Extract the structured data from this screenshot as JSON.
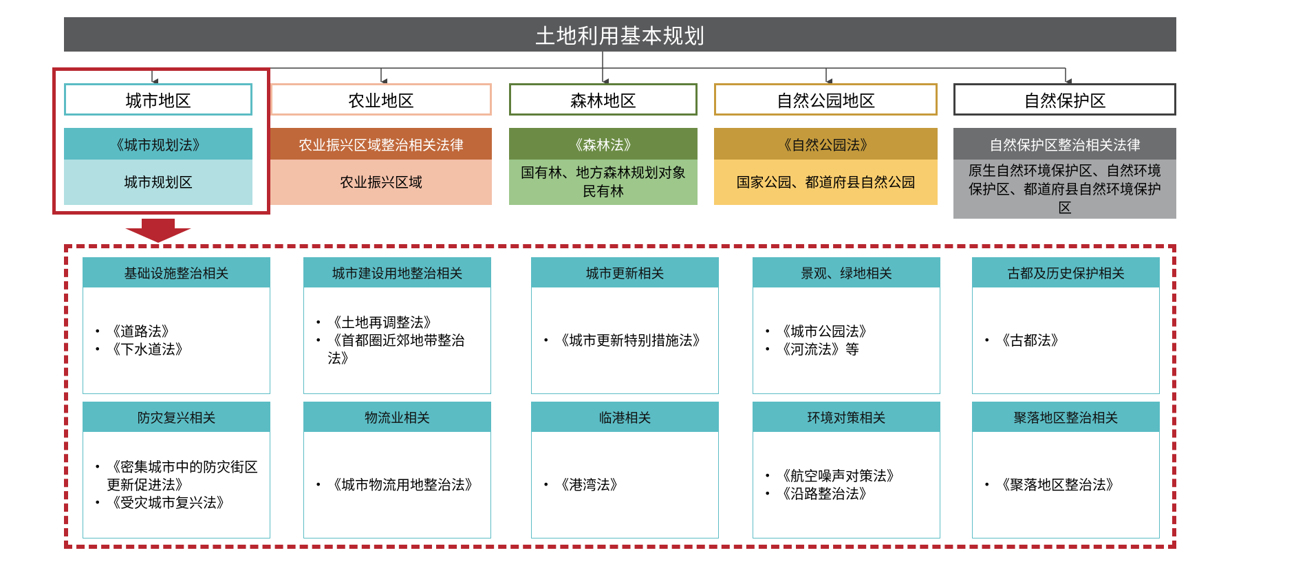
{
  "title": "土地利用基本规划",
  "colors": {
    "title_bg": "#595a5c",
    "highlight": "#b8262f",
    "card_header": "#5bbcc4",
    "card_border": "#5bbcc4"
  },
  "categories": [
    {
      "title": "城市地区",
      "law": "《城市规划法》",
      "area": "城市规划区",
      "border": "#5bbcc4",
      "law_bg": "#5bbcc4",
      "area_bg": "#b1dfe2"
    },
    {
      "title": "农业地区",
      "law": "农业振兴区域整治相关法律",
      "area": "农业振兴区域",
      "border": "#f2b89d",
      "law_bg": "#c0683a",
      "area_bg": "#f3c0a8"
    },
    {
      "title": "森林地区",
      "law": "《森林法》",
      "area": "国有林、地方森林规划对象民有林",
      "border": "#5e7e3b",
      "law_bg": "#6c8c45",
      "area_bg": "#9dc78b"
    },
    {
      "title": "自然公园地区",
      "law": "《自然公园法》",
      "area": "国家公园、都道府县自然公园",
      "border": "#c79a3b",
      "law_bg": "#c49a3c",
      "area_bg": "#f8cd6e"
    },
    {
      "title": "自然保护区",
      "law": "自然保护区整治相关法律",
      "area": "原生自然环境保护区、自然环境保护区、都道府县自然环境保护区",
      "border": "#3f3f3f",
      "law_bg": "#6d6e70",
      "area_bg": "#a5a6a8"
    }
  ],
  "law_groups": [
    {
      "heading": "基础设施整治相关",
      "items": [
        "《道路法》",
        "《下水道法》"
      ]
    },
    {
      "heading": "城市建设用地整治相关",
      "items": [
        "《土地再调整法》",
        "《首都圈近郊地带整治法》"
      ]
    },
    {
      "heading": "城市更新相关",
      "items": [
        "《城市更新特别措施法》"
      ]
    },
    {
      "heading": "景观、绿地相关",
      "items": [
        "《城市公园法》",
        "《河流法》等"
      ]
    },
    {
      "heading": "古都及历史保护相关",
      "items": [
        "《古都法》"
      ]
    },
    {
      "heading": "防灾复兴相关",
      "items": [
        "《密集城市中的防灾街区更新促进法》",
        "《受灾城市复兴法》"
      ]
    },
    {
      "heading": "物流业相关",
      "items": [
        "《城市物流用地整治法》"
      ]
    },
    {
      "heading": "临港相关",
      "items": [
        "《港湾法》"
      ]
    },
    {
      "heading": "环境对策相关",
      "items": [
        "《航空噪声对策法》",
        "《沿路整治法》"
      ]
    },
    {
      "heading": "聚落地区整治相关",
      "items": [
        "《聚落地区整治法》"
      ]
    }
  ]
}
